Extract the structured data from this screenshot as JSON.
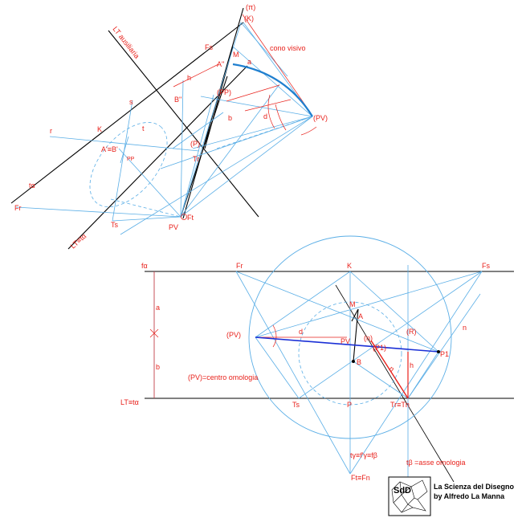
{
  "colors": {
    "construction": "#5aaee6",
    "primary": "#000000",
    "label": "#e8221c",
    "highlight_blue": "#1a2fd6",
    "highlight_red": "#e8221c"
  },
  "top_figure": {
    "labels": {
      "pi": "(π)",
      "K": "(K)",
      "lt_auxiliary": "LT ausiliaria",
      "cone": "cono visivo",
      "Fs": "Fs",
      "M": "M",
      "a": "a",
      "A2": "A\"",
      "h": "h",
      "B2": "B\"",
      "s": "s",
      "PP_paren": "(PP)",
      "PV_paren": "(PV)",
      "d": "d",
      "b": "b",
      "r": "r",
      "K_small": "K",
      "t": "t",
      "P_paren": "(P)",
      "AB": "A'≡B'",
      "PP": "PP",
      "Tr": "Tr",
      "t_alpha": "tα",
      "Fr": "Fr",
      "Ts": "Ts",
      "PV": "PV",
      "Ft": "Ft",
      "LT_talpha": "LT≡tα"
    }
  },
  "bottom_figure": {
    "labels": {
      "f_alpha": "fα",
      "Fr": "Fr",
      "K": "K",
      "Fs": "Fs",
      "a": "a",
      "M": "M",
      "A": "A",
      "n": "n",
      "PV_paren": "(PV)",
      "d": "d",
      "PV": "PV",
      "n_paren": "(n)",
      "R_paren": "(R)",
      "P1_paren": "(P1)",
      "P1": "P1",
      "b": "b",
      "B": "B",
      "h": "h",
      "pv_note": "(PV)=centro omologia",
      "LT_talpha": "LT≡tα",
      "Ts": "Ts",
      "P": "P",
      "TrTn": "Tr≡Tn",
      "tgamma": "tγ≡f'γ≡fβ",
      "axis_note": "tβ =asse omologia",
      "FtFn": "Ft≡Fn"
    }
  },
  "credit": {
    "line1": "La Scienza del Disegno",
    "line2": "by Alfredo La Manna",
    "logo_text": "SdD"
  }
}
